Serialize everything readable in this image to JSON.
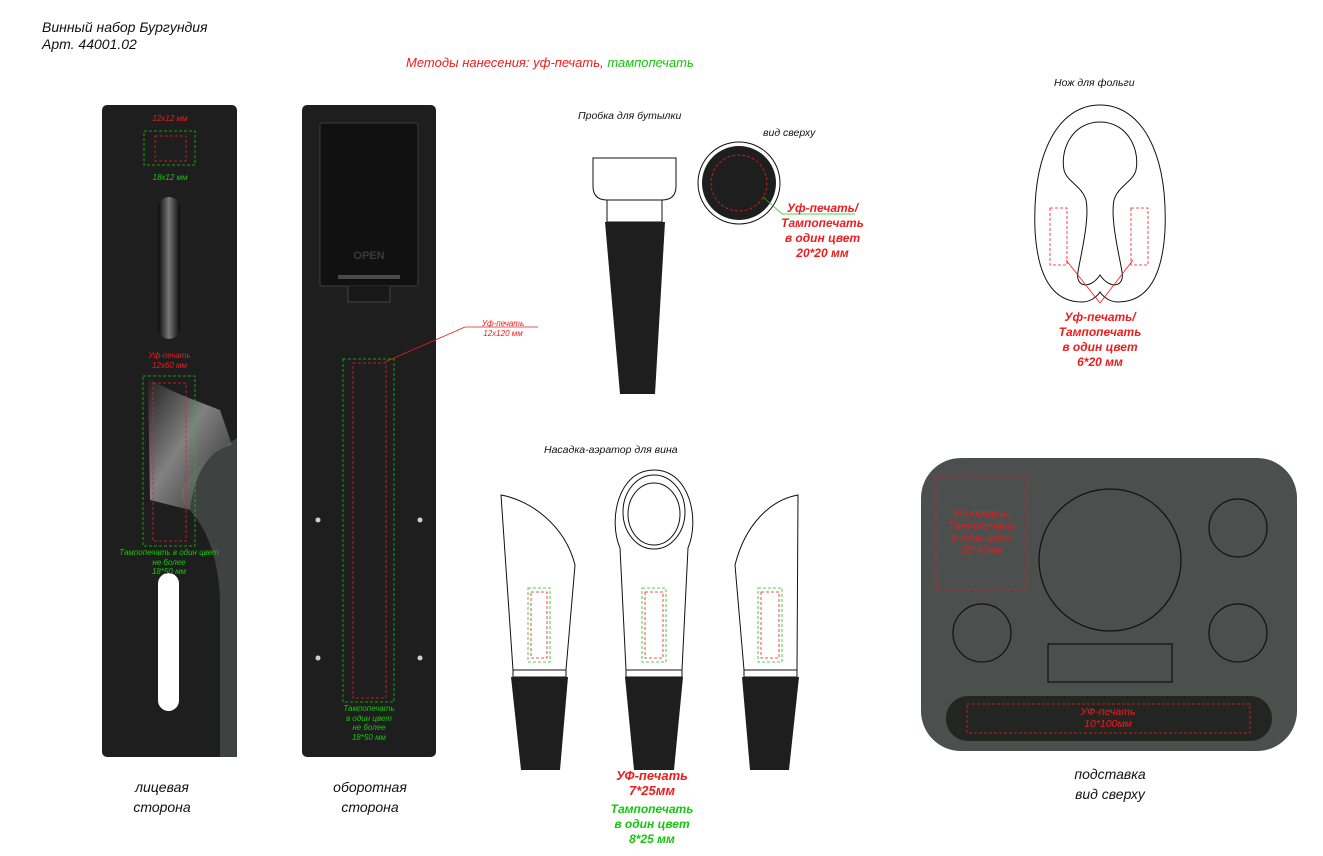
{
  "title": {
    "line1": "Винный набор Бургундия",
    "line2": "Арт. 44001.02"
  },
  "methods": {
    "prefix": "Методы нанесения: уф-печать,",
    "pad": "тампопечать"
  },
  "colors": {
    "uv_print": "#ee1c1c",
    "pad_print": "#16c60c",
    "product_dark": "#1e1e1e",
    "stand_grey": "#4b4f4d"
  },
  "front": {
    "top_uv": "12x12 мм",
    "top_pad": "18x12 мм",
    "mid_uv": [
      "Уф-печать",
      "12x60 мм"
    ],
    "bottom_pad": [
      "Тампопечать в один цвет",
      "не более",
      "18*50 мм"
    ],
    "caption": [
      "лицевая",
      "сторона"
    ]
  },
  "back": {
    "open_label": "OPEN",
    "uv_callout": [
      "Уф-печать",
      "12x120 мм"
    ],
    "bottom_pad": [
      "Тампопечать",
      "в один цвет",
      "не более",
      "18*50 мм"
    ],
    "caption": [
      "оборотная",
      "сторона"
    ]
  },
  "cork": {
    "title": "Пробка для бутылки",
    "top_view": "вид сверху",
    "note": [
      "Уф-печать/",
      "Тампопечать",
      "в один цвет",
      "20*20 мм"
    ]
  },
  "knife": {
    "title": "Нож для фольги",
    "note": [
      "Уф-печать/",
      "Тампопечать",
      "в один цвет",
      "6*20 мм"
    ]
  },
  "aerator": {
    "title": "Насадка-аэратор для вина",
    "uv_note": [
      "УФ-печать",
      "7*25мм"
    ],
    "pad_note": [
      "Тампопечать",
      "в один цвет",
      "8*25 мм"
    ]
  },
  "stand": {
    "corner_note": [
      "УФ-печать,",
      "Тампопечать",
      "в один цвет",
      "20*40мм"
    ],
    "bottom_note": [
      "УФ-печать",
      "10*100мм"
    ],
    "caption": [
      "подставка",
      "вид сверху"
    ]
  }
}
